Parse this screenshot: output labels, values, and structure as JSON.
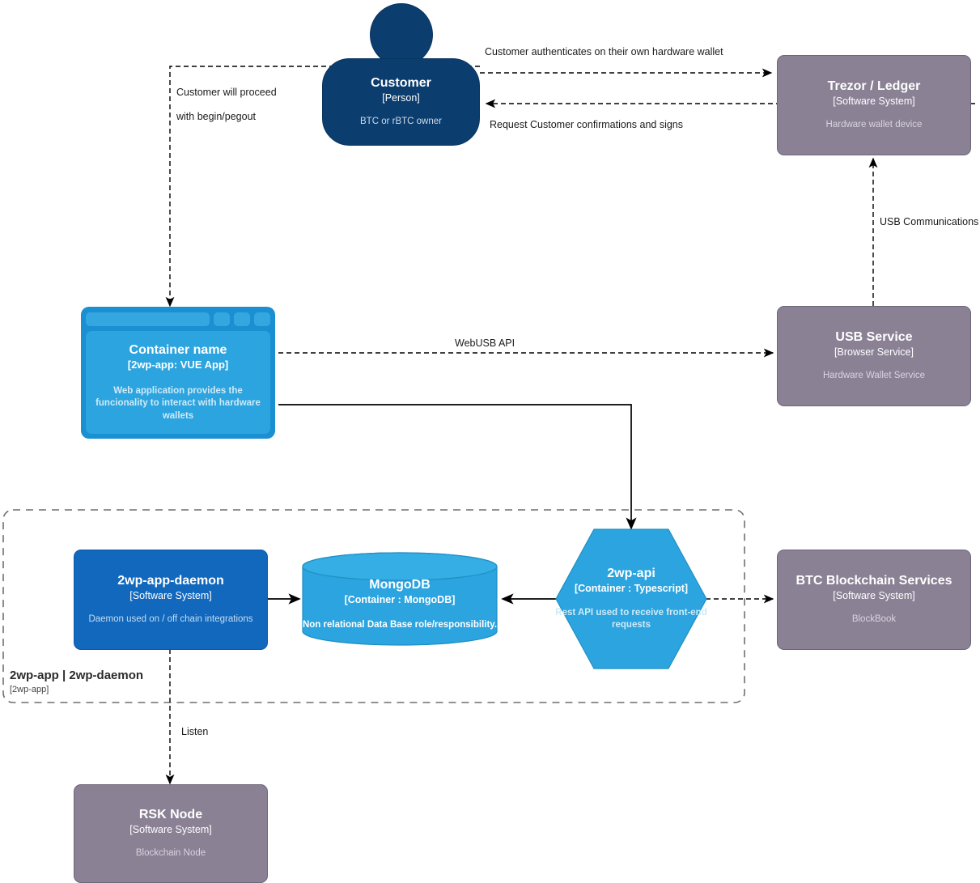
{
  "diagram": {
    "type": "c4-container-diagram",
    "colors": {
      "person": "#0b3d6e",
      "internal_system": "#1168bd",
      "external_system": "#8a8195",
      "container_blue": "#2ba4df",
      "browser_chrome": "#1a8fd1",
      "line": "#000000",
      "boundary_dash": "#707070",
      "background": "#ffffff"
    }
  },
  "nodes": {
    "customer": {
      "title": "Customer",
      "tech": "[Person]",
      "desc": "BTC or rBTC owner"
    },
    "trezor_ledger": {
      "title": "Trezor / Ledger",
      "tech": "[Software System]",
      "desc": "Hardware wallet device"
    },
    "usb_service": {
      "title": "USB Service",
      "tech": "[Browser Service]",
      "desc": "Hardware Wallet Service"
    },
    "web_app": {
      "title": "Container name",
      "tech": "[2wp-app: VUE App]",
      "desc": "Web application provides the funcionality to interact with hardware wallets"
    },
    "daemon": {
      "title": "2wp-app-daemon",
      "tech": "[Software System]",
      "desc": "Daemon used on / off chain integrations"
    },
    "mongodb": {
      "title": "MongoDB",
      "tech": "[Container : MongoDB]",
      "desc": "Non relational Data Base role/responsibility."
    },
    "api": {
      "title": "2wp-api",
      "tech": "[Container : Typescript]",
      "desc": "Rest API used to receive front-end requests"
    },
    "btc_services": {
      "title": "BTC Blockchain Services",
      "tech": "[Software System]",
      "desc": "BlockBook"
    },
    "rsk_node": {
      "title": "RSK Node",
      "tech": "[Software System]",
      "desc": "Blockchain Node"
    }
  },
  "boundary": {
    "title": "2wp-app | 2wp-daemon",
    "sub": "[2wp-app]"
  },
  "edges": {
    "customer_to_trezor": "Customer authenticates on their own hardware wallet",
    "trezor_to_customer": "Request Customer confirmations and signs",
    "customer_to_webapp_line1": "Customer will proceed",
    "customer_to_webapp_line2": "with begin/pegout",
    "usb_communications": "USB Communications",
    "webusb_api": "WebUSB API",
    "daemon_to_rsk": "Listen"
  }
}
